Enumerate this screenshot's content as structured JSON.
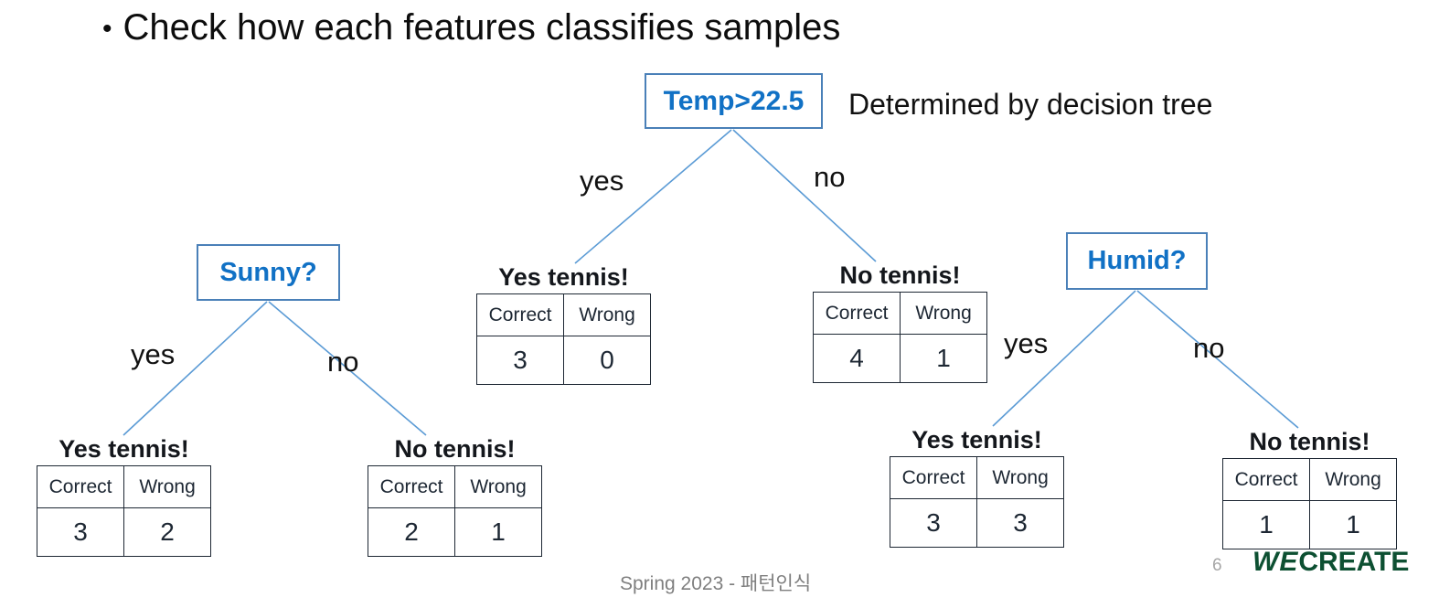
{
  "slide": {
    "title": "Check how each features classifies samples",
    "bullet_glyph": "•",
    "side_note": "Determined by decision tree",
    "accent_color": "#1171c5",
    "box_border_color": "#4a80b8",
    "edge_color": "#5b9bd5",
    "footer": "Spring 2023 - 패턴인식",
    "page_number": "6",
    "brand": {
      "we": "WE",
      "create": "CREATE",
      "color": "#0d5032"
    }
  },
  "nodes": {
    "temp": {
      "label": "Temp>22.5"
    },
    "sunny": {
      "label": "Sunny?"
    },
    "humid": {
      "label": "Humid?"
    }
  },
  "edges": {
    "temp_yes": "yes",
    "temp_no": "no",
    "sunny_yes": "yes",
    "sunny_no": "no",
    "humid_yes": "yes",
    "humid_no": "no"
  },
  "table_headers": {
    "correct": "Correct",
    "wrong": "Wrong"
  },
  "leaves": [
    {
      "id": "temp-yes",
      "title": "Yes tennis!",
      "correct": "3",
      "wrong": "0"
    },
    {
      "id": "temp-no",
      "title": "No tennis!",
      "correct": "4",
      "wrong": "1"
    },
    {
      "id": "sunny-yes",
      "title": "Yes tennis!",
      "correct": "3",
      "wrong": "2"
    },
    {
      "id": "sunny-no",
      "title": "No tennis!",
      "correct": "2",
      "wrong": "1"
    },
    {
      "id": "humid-yes",
      "title": "Yes tennis!",
      "correct": "3",
      "wrong": "3"
    },
    {
      "id": "humid-no",
      "title": "No tennis!",
      "correct": "1",
      "wrong": "1"
    }
  ]
}
